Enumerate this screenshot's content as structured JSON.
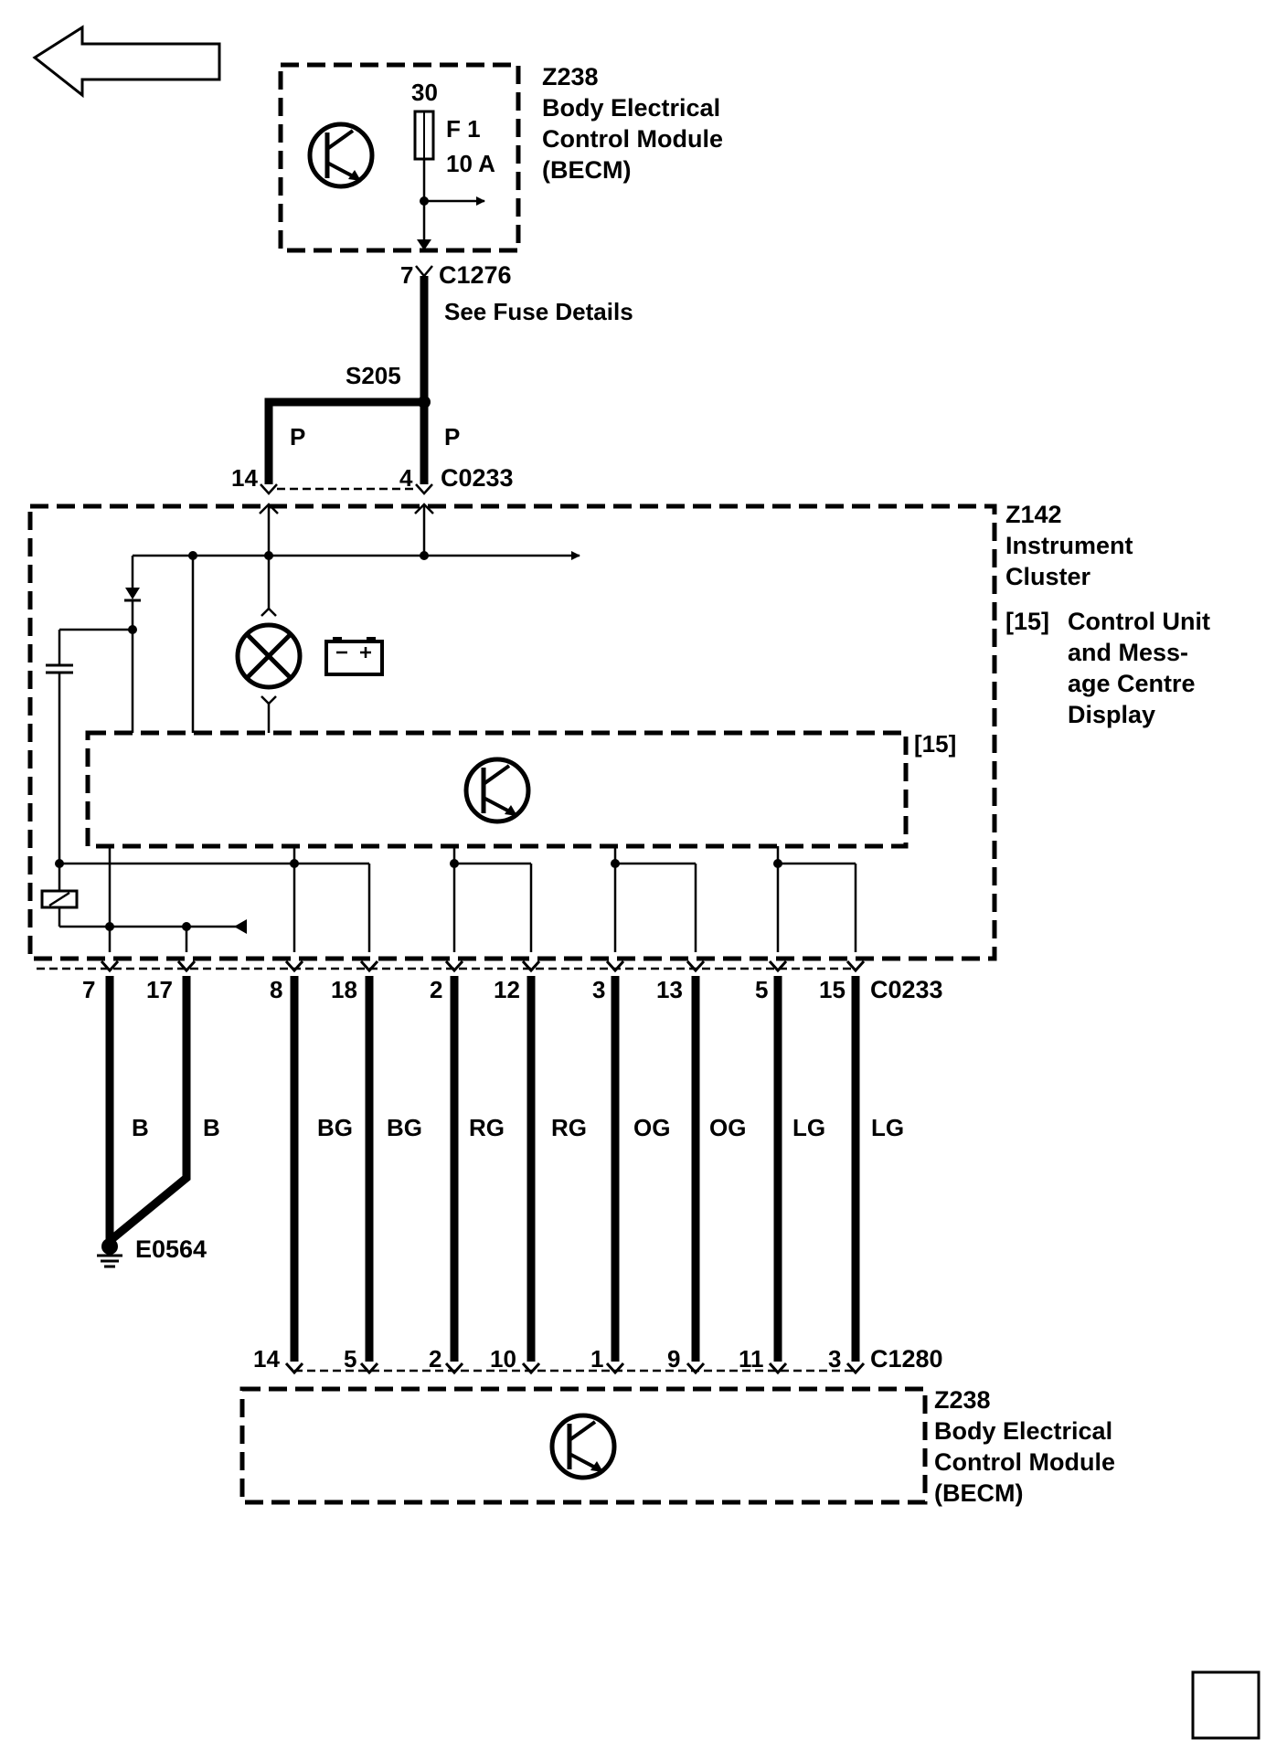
{
  "becm_top": {
    "ref": "Z238",
    "name_lines": [
      "Body Electrical",
      "Control Module",
      "(BECM)"
    ],
    "pin": "30",
    "fuse_id": "F 1",
    "fuse_rating": "10 A"
  },
  "c1276": {
    "pin": "7",
    "name": "C1276",
    "note": "See Fuse Details"
  },
  "splice": {
    "name": "S205"
  },
  "feed_wires": [
    {
      "color": "P"
    },
    {
      "color": "P"
    }
  ],
  "c0233_top": {
    "name": "C0233",
    "pins": [
      "14",
      "4"
    ]
  },
  "cluster": {
    "ref": "Z142",
    "name_lines": [
      "Instrument",
      "Cluster"
    ],
    "unit_tag": "[15]",
    "unit_lines": [
      "Control Unit",
      "and Mess-",
      "age Centre",
      "Display"
    ],
    "box_tag": "[15]"
  },
  "c0233_bottom": {
    "name": "C0233",
    "pins": [
      "7",
      "17",
      "8",
      "18",
      "2",
      "12",
      "3",
      "13",
      "5",
      "15"
    ]
  },
  "wires": [
    {
      "color": "B"
    },
    {
      "color": "B"
    },
    {
      "color": "BG"
    },
    {
      "color": "BG"
    },
    {
      "color": "RG"
    },
    {
      "color": "RG"
    },
    {
      "color": "OG"
    },
    {
      "color": "OG"
    },
    {
      "color": "LG"
    },
    {
      "color": "LG"
    }
  ],
  "ground": {
    "name": "E0564"
  },
  "c1280": {
    "name": "C1280",
    "pins": [
      "14",
      "5",
      "2",
      "10",
      "1",
      "9",
      "11",
      "3"
    ]
  },
  "becm_bottom": {
    "ref": "Z238",
    "name_lines": [
      "Body Electrical",
      "Control Module",
      "(BECM)"
    ]
  }
}
